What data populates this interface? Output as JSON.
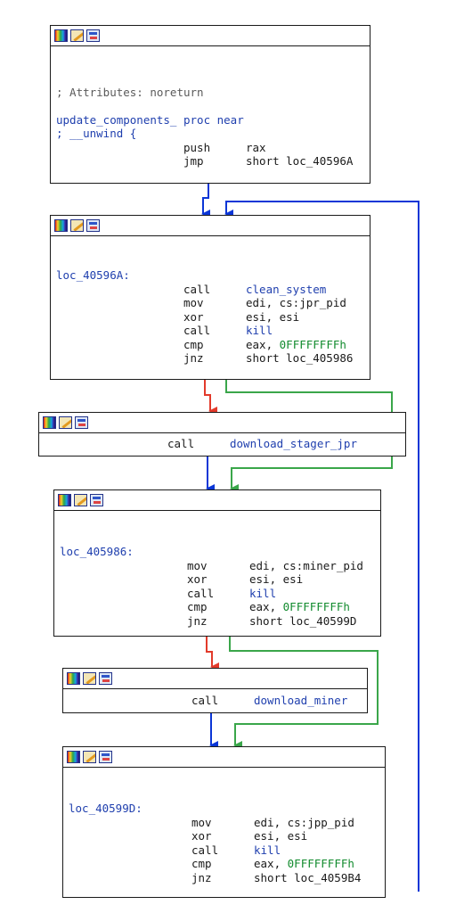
{
  "node1": {
    "comment": "; Attributes: noreturn",
    "proc_line": "update_components_ proc near",
    "unwind": "; __unwind {",
    "ins": [
      {
        "mn": "push",
        "op": "rax"
      },
      {
        "mn": "jmp",
        "op": "short loc_40596A"
      }
    ]
  },
  "node2": {
    "label": "loc_40596A:",
    "ins": [
      {
        "mn": "call",
        "op": "clean_system"
      },
      {
        "mn": "mov",
        "op": "edi, cs:jpr_pid"
      },
      {
        "mn": "xor",
        "op": "esi, esi"
      },
      {
        "mn": "call",
        "op": "kill"
      },
      {
        "mn": "cmp",
        "op": "eax, ",
        "num": "0FFFFFFFFh"
      },
      {
        "mn": "jnz",
        "op": "short loc_405986"
      }
    ]
  },
  "node3": {
    "ins": [
      {
        "mn": "call",
        "op": "download_stager_jpr"
      }
    ]
  },
  "node4": {
    "label": "loc_405986:",
    "ins": [
      {
        "mn": "mov",
        "op": "edi, cs:miner_pid"
      },
      {
        "mn": "xor",
        "op": "esi, esi"
      },
      {
        "mn": "call",
        "op": "kill"
      },
      {
        "mn": "cmp",
        "op": "eax, ",
        "num": "0FFFFFFFFh"
      },
      {
        "mn": "jnz",
        "op": "short loc_40599D"
      }
    ]
  },
  "node5": {
    "ins": [
      {
        "mn": "call",
        "op": "download_miner"
      }
    ]
  },
  "node6": {
    "label": "loc_40599D:",
    "ins": [
      {
        "mn": "mov",
        "op": "edi, cs:jpp_pid"
      },
      {
        "mn": "xor",
        "op": "esi, esi"
      },
      {
        "mn": "call",
        "op": "kill"
      },
      {
        "mn": "cmp",
        "op": "eax, ",
        "num": "0FFFFFFFFh"
      },
      {
        "mn": "jnz",
        "op": "short loc_4059B4"
      }
    ]
  },
  "colors": {
    "edge_blue": "#0b36d6",
    "edge_red": "#e23a2b",
    "edge_green": "#3aa64a"
  },
  "icons": [
    "color-palette-icon",
    "edit-pencil-icon",
    "graph-view-icon"
  ]
}
